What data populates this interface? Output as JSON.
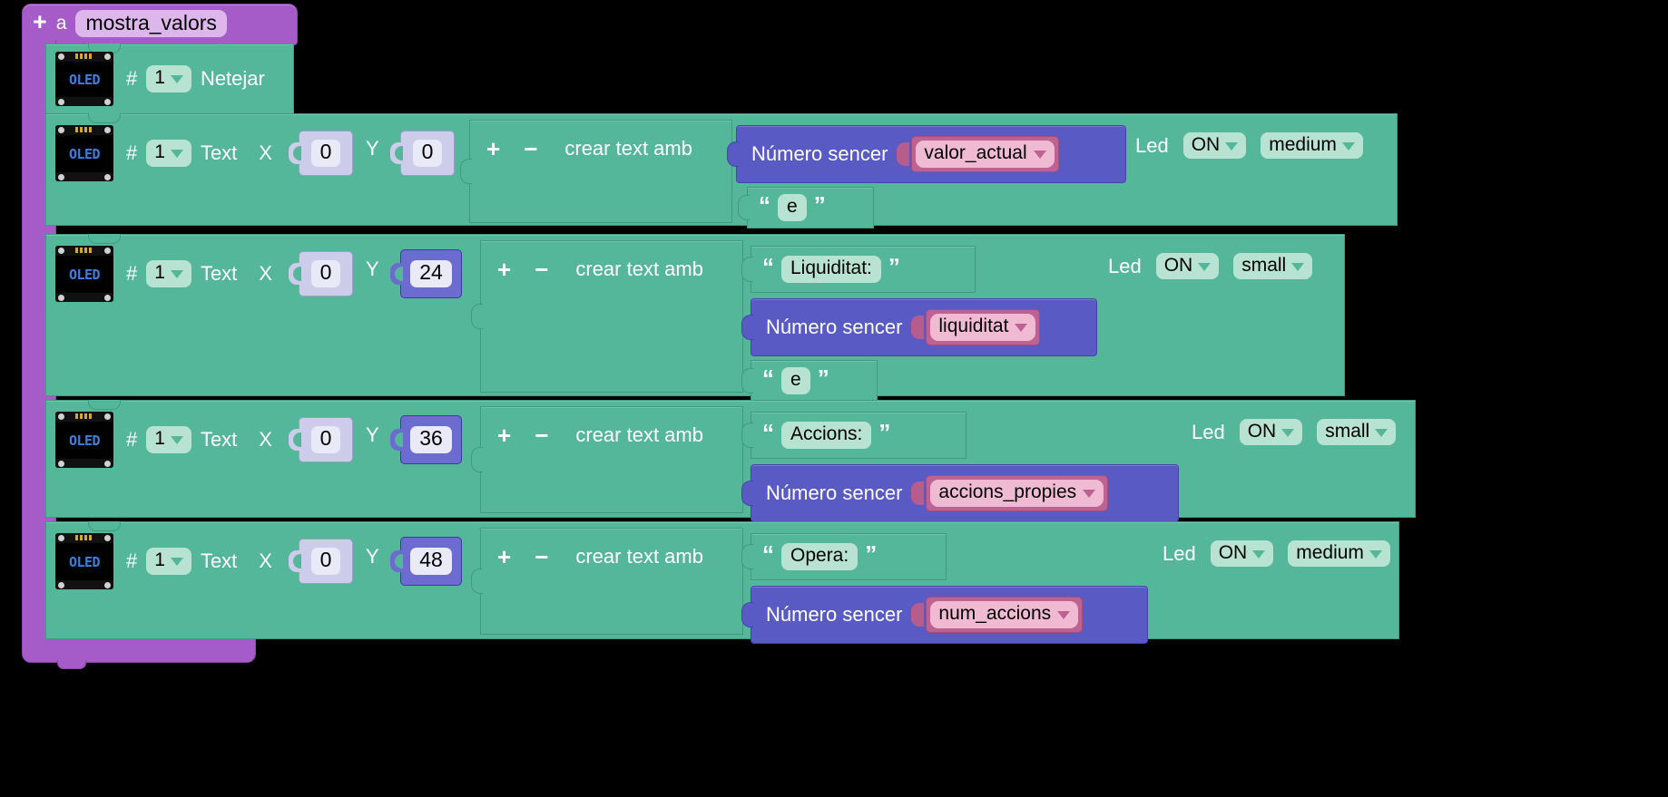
{
  "app": {
    "kind": "blockly-workspace",
    "background": "#000000"
  },
  "colors": {
    "procedure": "#a55bc8",
    "procedure_field": "#ddb7ec",
    "oled_block": "#55b79a",
    "dropdown_field": "#b8e2d2",
    "number_block": "#cdcdeb",
    "number_block_selected": "#6b6bd0",
    "integer_block": "#5a5ac4",
    "variable_block": "#bd6292",
    "variable_field": "#f0bbd2"
  },
  "procedure": {
    "plus_label": "+",
    "a_label": "a",
    "name": "mostra_valors"
  },
  "blocks": [
    {
      "id": "clear",
      "device_icon": "oled-display-icon",
      "device_label": "OLED",
      "hash": "#",
      "screen_number": "1",
      "action": "Netejar"
    },
    {
      "id": "text-row-0",
      "device_icon": "oled-display-icon",
      "device_label": "OLED",
      "hash": "#",
      "screen_number": "1",
      "action": "Text",
      "x_label": "X",
      "x_value": "0",
      "x_selected": false,
      "y_label": "Y",
      "y_value": "0",
      "y_selected": false,
      "join": {
        "plus": "+",
        "minus": "−",
        "label": "crear text amb",
        "items": [
          {
            "type": "integer",
            "label": "Número sencer",
            "variable": "valor_actual"
          },
          {
            "type": "string",
            "value": "e"
          }
        ]
      },
      "led_label": "Led",
      "led_state": "ON",
      "size": "medium"
    },
    {
      "id": "text-row-24",
      "device_icon": "oled-display-icon",
      "device_label": "OLED",
      "hash": "#",
      "screen_number": "1",
      "action": "Text",
      "x_label": "X",
      "x_value": "0",
      "x_selected": false,
      "y_label": "Y",
      "y_value": "24",
      "y_selected": true,
      "join": {
        "plus": "+",
        "minus": "−",
        "label": "crear text amb",
        "items": [
          {
            "type": "string",
            "value": "Liquiditat:"
          },
          {
            "type": "integer",
            "label": "Número sencer",
            "variable": "liquiditat"
          },
          {
            "type": "string",
            "value": "e"
          }
        ]
      },
      "led_label": "Led",
      "led_state": "ON",
      "size": "small"
    },
    {
      "id": "text-row-36",
      "device_icon": "oled-display-icon",
      "device_label": "OLED",
      "hash": "#",
      "screen_number": "1",
      "action": "Text",
      "x_label": "X",
      "x_value": "0",
      "x_selected": false,
      "y_label": "Y",
      "y_value": "36",
      "y_selected": true,
      "join": {
        "plus": "+",
        "minus": "−",
        "label": "crear text amb",
        "items": [
          {
            "type": "string",
            "value": "Accions:"
          },
          {
            "type": "integer",
            "label": "Número sencer",
            "variable": "accions_propies"
          }
        ]
      },
      "led_label": "Led",
      "led_state": "ON",
      "size": "small"
    },
    {
      "id": "text-row-48",
      "device_icon": "oled-display-icon",
      "device_label": "OLED",
      "hash": "#",
      "screen_number": "1",
      "action": "Text",
      "x_label": "X",
      "x_value": "0",
      "x_selected": false,
      "y_label": "Y",
      "y_value": "48",
      "y_selected": true,
      "join": {
        "plus": "+",
        "minus": "−",
        "label": "crear text amb",
        "items": [
          {
            "type": "string",
            "value": "Opera:"
          },
          {
            "type": "integer",
            "label": "Número sencer",
            "variable": "num_accions"
          }
        ]
      },
      "led_label": "Led",
      "led_state": "ON",
      "size": "medium"
    }
  ]
}
